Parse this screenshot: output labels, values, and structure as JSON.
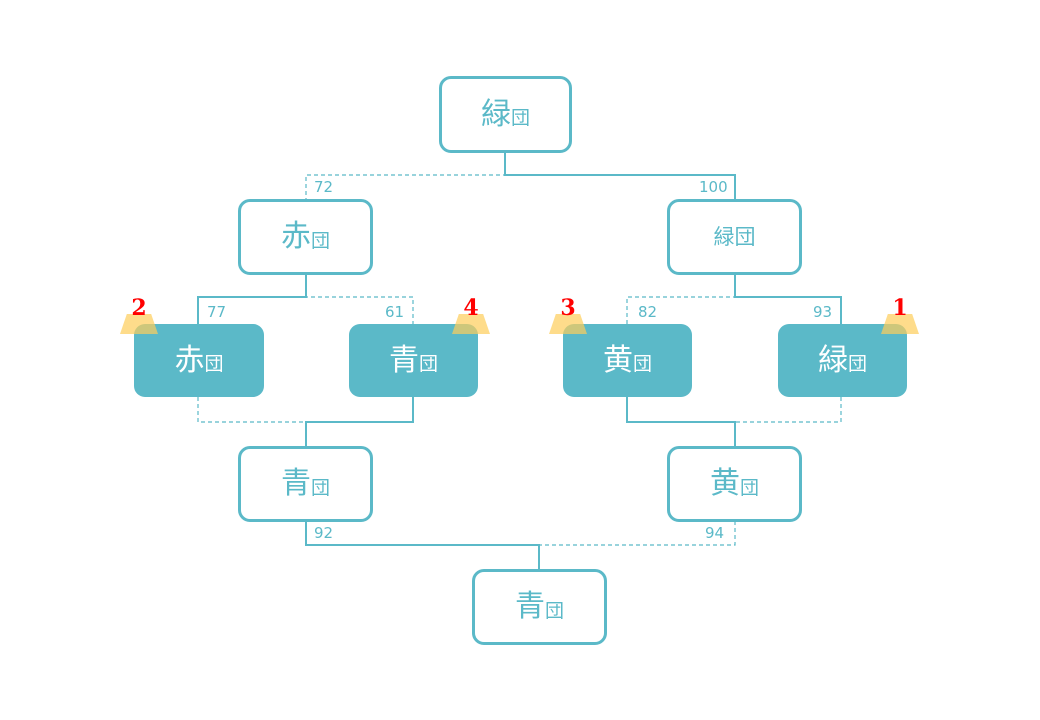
{
  "colors": {
    "accent": "#5bb9c8",
    "filled_text": "#ffffff",
    "badge_number": "#ff0000",
    "badge_base": "#fdcd5a"
  },
  "bracket": {
    "champion": {
      "main": "緑",
      "suffix": "団"
    },
    "upper_final": {
      "left": {
        "main": "赤",
        "suffix": "団",
        "score": "72"
      },
      "right": {
        "label": "緑団",
        "score": "100"
      }
    },
    "upper_semis": {
      "left_pair": [
        {
          "main": "赤",
          "suffix": "団",
          "score": "77",
          "rank": "2"
        },
        {
          "main": "青",
          "suffix": "団",
          "score": "61",
          "rank": "4"
        }
      ],
      "right_pair": [
        {
          "main": "黄",
          "suffix": "団",
          "score": "82",
          "rank": "3"
        },
        {
          "main": "緑",
          "suffix": "団",
          "score": "93",
          "rank": "1"
        }
      ]
    },
    "lower_semis": {
      "left": {
        "main": "青",
        "suffix": "団",
        "score": "92"
      },
      "right": {
        "main": "黄",
        "suffix": "団",
        "score": "94"
      }
    },
    "lower_winner": {
      "main": "青",
      "suffix": "団"
    }
  }
}
